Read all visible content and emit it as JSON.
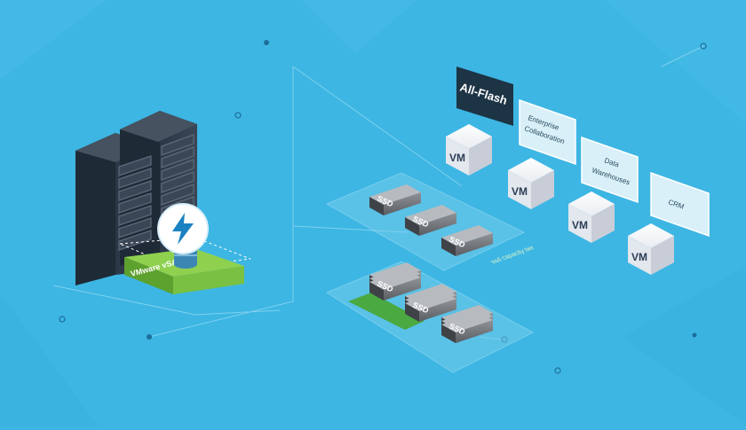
{
  "scene": {
    "background_color": "#3db6e3",
    "server_rack": {
      "badge_icon": "lightning-icon",
      "platform_label": "VMware vSAN",
      "platform_color": "#7ac143"
    },
    "tiers": {
      "cache_drives": [
        "SSD",
        "SSD",
        "SSD"
      ],
      "capacity_drives": [
        "SSD",
        "SSD",
        "SSD"
      ],
      "capacity_tray_label": "ssd capacity tier"
    },
    "tags": {
      "all_flash": "All-Flash",
      "workloads": [
        {
          "line1": "Enterprise",
          "line2": "Collaboration"
        },
        {
          "line1": "Data",
          "line2": "Warehouses"
        },
        {
          "line1": "CRM",
          "line2": ""
        }
      ]
    },
    "vm_cubes": [
      "VM",
      "VM",
      "VM",
      "VM"
    ]
  }
}
